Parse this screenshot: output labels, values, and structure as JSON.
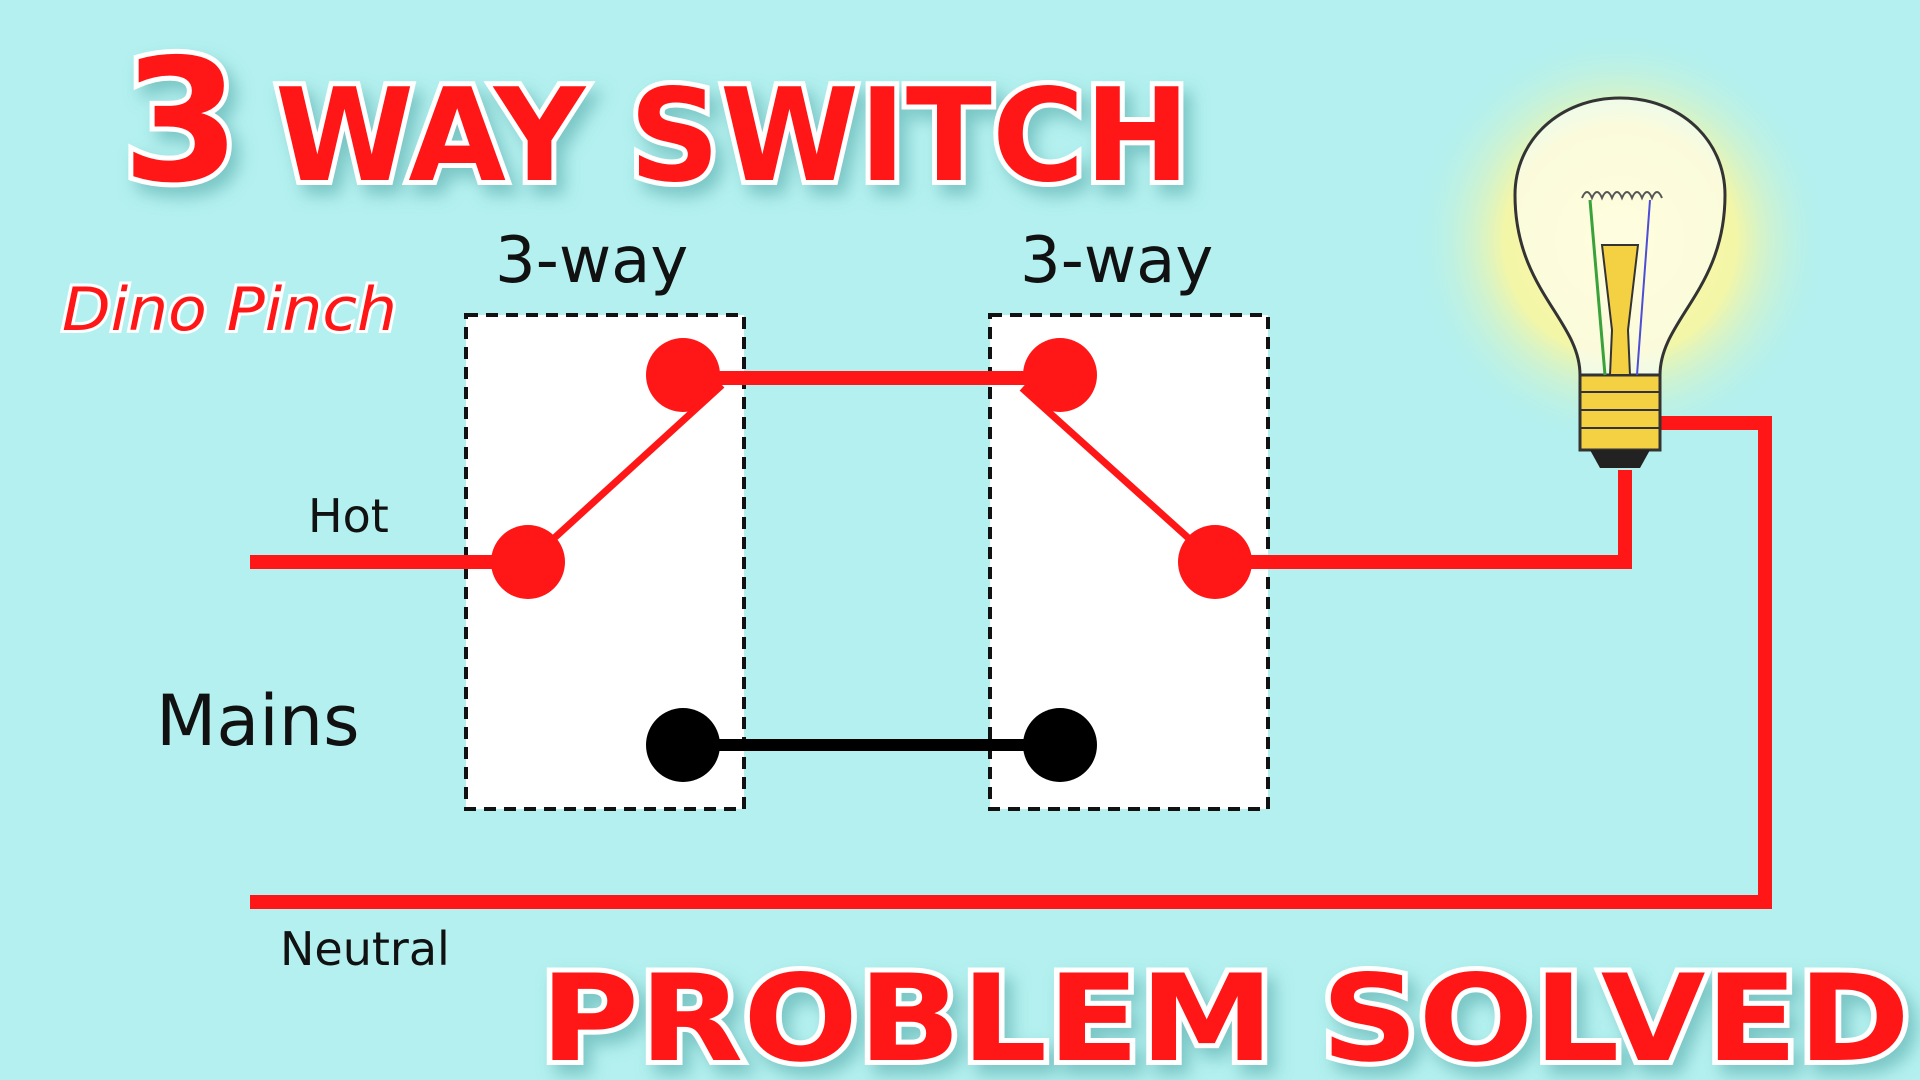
{
  "title": {
    "number": "3",
    "text": "WAY SWITCH"
  },
  "brand": "Dino Pinch",
  "switches": {
    "left_label": "3-way",
    "right_label": "3-way"
  },
  "labels": {
    "hot": "Hot",
    "mains": "Mains",
    "neutral": "Neutral"
  },
  "footer": "PROBLEM SOLVED",
  "colors": {
    "background": "#b3f0ef",
    "hot_wire": "#ff1616",
    "traveler_bottom": "#000000",
    "title": "#ff1616",
    "bulb_glow": "#fff79a",
    "bulb_base": "#f4d043"
  },
  "icons": {
    "lamp": "light-bulb-icon"
  }
}
